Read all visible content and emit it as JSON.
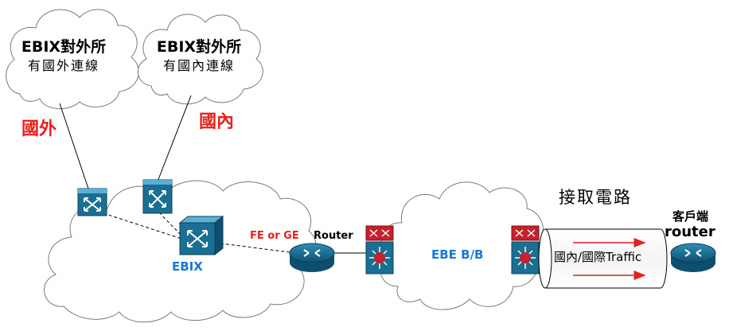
{
  "clouds": {
    "intl": {
      "title": "EBIX對外所",
      "subtitle": "有國外連線"
    },
    "domestic": {
      "title": "EBIX對外所",
      "subtitle": "有國內連線"
    }
  },
  "links": {
    "intl_label": "國外",
    "domestic_label": "國內",
    "fe_ge_label": "FE or GE",
    "access_circuit_label": "接取電路",
    "traffic_label": "國內/國際Traffic"
  },
  "nodes": {
    "ebix_label": "EBIX",
    "router_label": "Router",
    "backbone_label": "EBE B/B",
    "customer_label_line1": "客戶端",
    "customer_label_line2": "router"
  },
  "colors": {
    "device_blue": "#1a6f93",
    "device_red": "#c8202c",
    "accent_red": "#e8201c",
    "accent_blue": "#1878d8",
    "arrow_red": "#e02020"
  }
}
